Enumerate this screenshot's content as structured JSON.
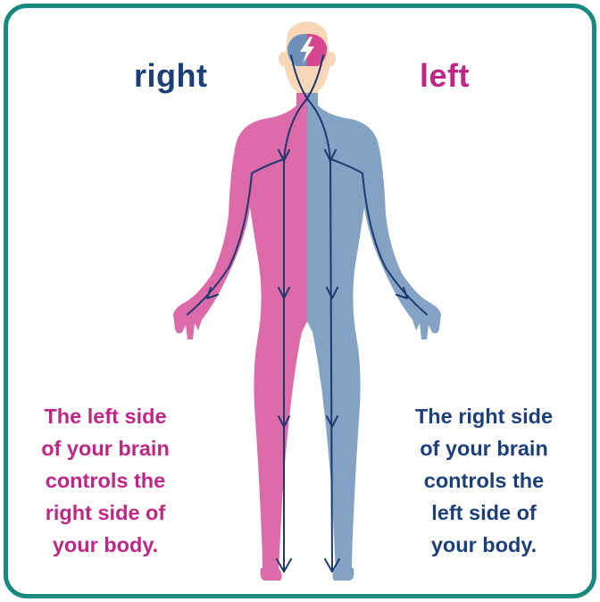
{
  "labels": {
    "right": "right",
    "left": "left"
  },
  "captions": {
    "left_side": {
      "lines": [
        "The left side",
        "of your brain",
        "controls the",
        "right side of",
        "your body."
      ]
    },
    "right_side": {
      "lines": [
        "The right side",
        "of your brain",
        "controls the",
        "left side of",
        "your body."
      ]
    }
  },
  "colors": {
    "border": "#168a7e",
    "pink": "#c02685",
    "navy": "#1c3f7a",
    "body_pink": "#dd6aa9",
    "body_blue": "#84a3c4",
    "skin": "#f8d7b8",
    "nerve": "#1d3a70"
  },
  "icons": {
    "brain": "brain-icon",
    "bolt": "lightning-bolt-icon"
  }
}
